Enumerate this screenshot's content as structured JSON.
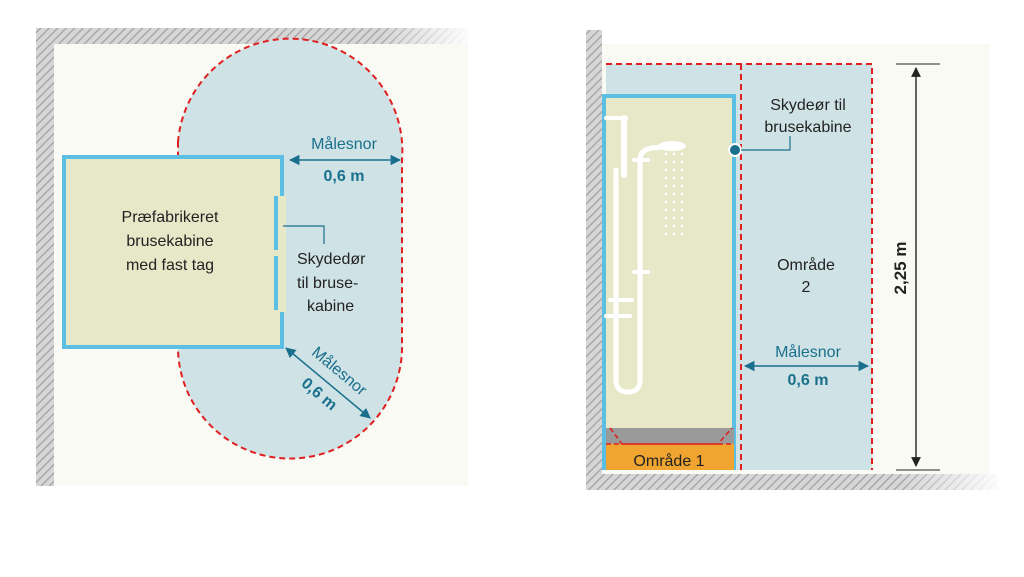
{
  "colors": {
    "water_zone": "#cfe3e6",
    "cabin_fill": "#e6e8c8",
    "cabin_border": "#5bbfe4",
    "zone_boundary": "#e02020",
    "label_teal": "#1a6f8c",
    "label_dark": "#222222",
    "wall_gray": "#a8a8a8",
    "area1_fill": "#f0a530",
    "area1_base": "#9a9a9a"
  },
  "left_diagram": {
    "cabin_label": [
      "Præfabrikeret",
      "brusekabine",
      "med fast tag"
    ],
    "door_label": [
      "Skydedør",
      "til bruse-",
      "kabine"
    ],
    "measure_top": {
      "label": "Målesnor",
      "value": "0,6 m"
    },
    "measure_diag": {
      "label": "Målesnor",
      "value": "0,6 m"
    }
  },
  "right_diagram": {
    "door_label": [
      "Skydeør til",
      "brusekabine"
    ],
    "zone2_label": [
      "Område",
      "2"
    ],
    "measure": {
      "label": "Målesnor",
      "value": "0,6 m"
    },
    "height_label": "2,25 m",
    "zone1_label": "Område 1"
  }
}
